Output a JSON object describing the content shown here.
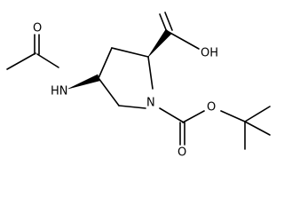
{
  "molecule": {
    "atoms": {
      "carbonyl_oxygen_acetyl": "O",
      "amide_nitrogen": "HN",
      "hydroxyl": "OH",
      "ring_nitrogen": "N",
      "carbamate_carbonyl_oxygen": "O",
      "carbamate_ester_oxygen": "O"
    }
  }
}
